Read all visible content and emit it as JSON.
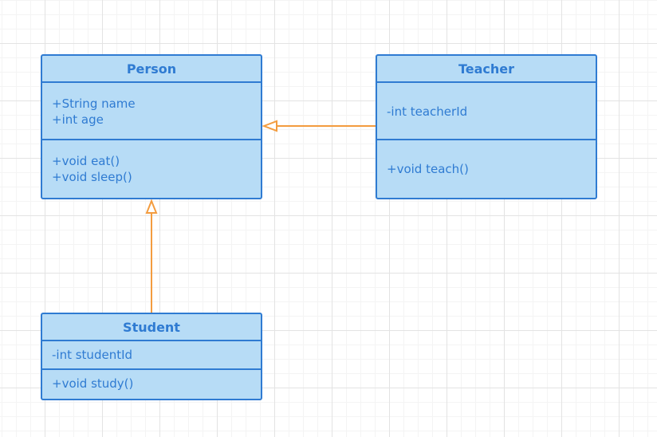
{
  "classes": {
    "person": {
      "name": "Person",
      "attributes": [
        "+String name",
        "+int age"
      ],
      "methods": [
        "+void eat()",
        "+void sleep()"
      ]
    },
    "teacher": {
      "name": "Teacher",
      "attributes": [
        "-int teacherId"
      ],
      "methods": [
        "+void teach()"
      ]
    },
    "student": {
      "name": "Student",
      "attributes": [
        "-int studentId"
      ],
      "methods": [
        "+void study()"
      ]
    }
  },
  "relations": [
    {
      "type": "generalization",
      "from": "Teacher",
      "to": "Person"
    },
    {
      "type": "generalization",
      "from": "Student",
      "to": "Person"
    }
  ],
  "colors": {
    "class_fill": "#b7dcf6",
    "class_border": "#2f7bd2",
    "class_text": "#2f7bd2",
    "arrow": "#f39c3f"
  }
}
